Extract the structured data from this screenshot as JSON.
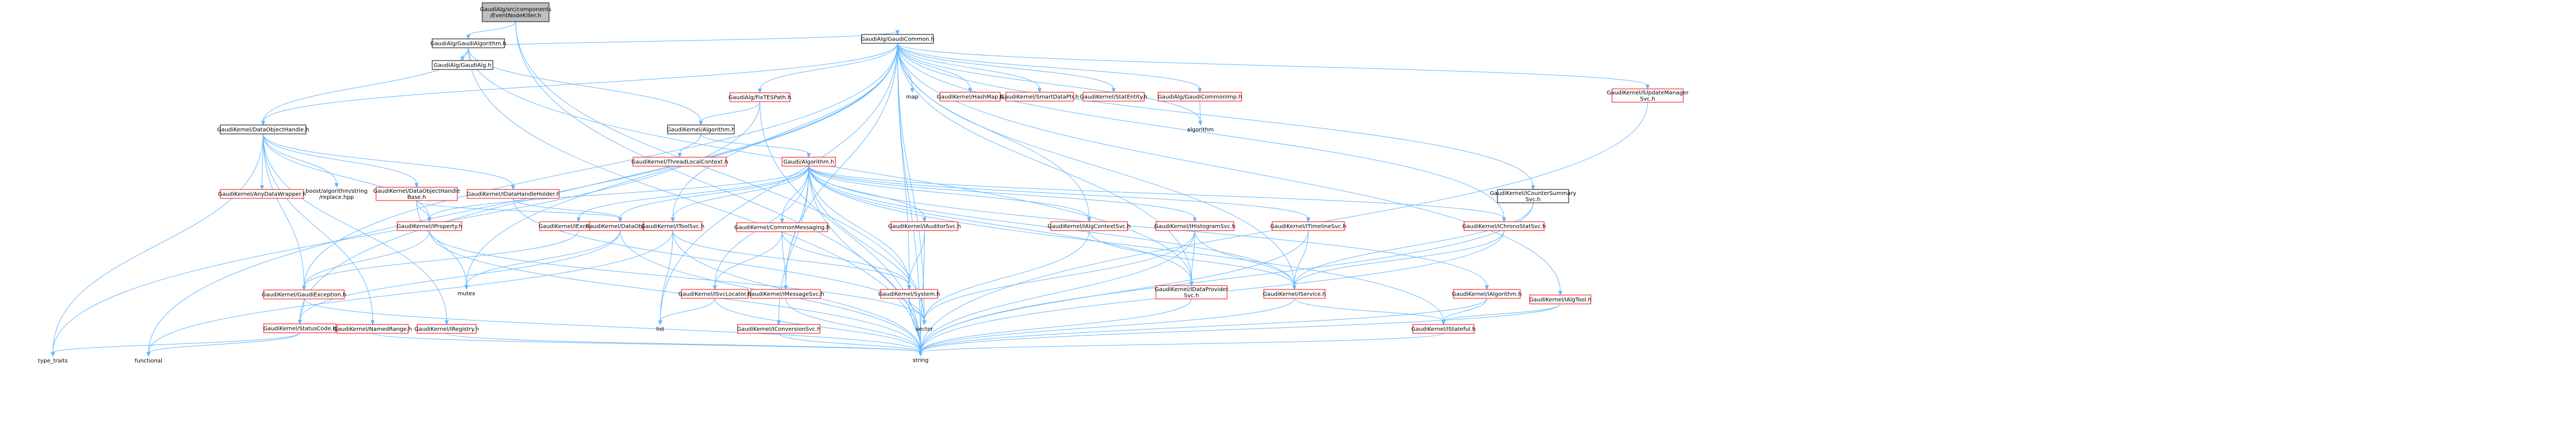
{
  "colors": {
    "root_fill": "#bfbfbf",
    "box_fill": "#ffffff",
    "box_border": "#000000",
    "linked_border": "#ff0000",
    "edge": "#63b8ff",
    "text": "#000000"
  },
  "nodes": [
    {
      "id": "root",
      "lines": [
        "GaudiAlg/src/components",
        "/EventNodeKiller.h"
      ],
      "style": "root"
    },
    {
      "id": "gaudialgorithm",
      "lines": [
        "GaudiAlg/GaudiAlgorithm.h"
      ],
      "style": "normal"
    },
    {
      "id": "gaudialg",
      "lines": [
        "GaudiAlg/GaudiAlg.h"
      ],
      "style": "normal"
    },
    {
      "id": "gaudicommon",
      "lines": [
        "GaudiAlg/GaudiCommon.h"
      ],
      "style": "normal"
    },
    {
      "id": "fixtespath",
      "lines": [
        "GaudiAlg/FixTESPath.h"
      ],
      "style": "linked"
    },
    {
      "id": "map",
      "lines": [
        "map"
      ],
      "style": "plain"
    },
    {
      "id": "hashmap",
      "lines": [
        "GaudiKernel/HashMap.h"
      ],
      "style": "linked"
    },
    {
      "id": "smartdataptr",
      "lines": [
        "GaudiKernel/SmartDataPtr.h"
      ],
      "style": "linked"
    },
    {
      "id": "statentity",
      "lines": [
        "GaudiKernel/StatEntity.h"
      ],
      "style": "linked"
    },
    {
      "id": "commonimp",
      "lines": [
        "GaudiAlg/GaudiCommonImp.h"
      ],
      "style": "linked"
    },
    {
      "id": "algorithm_std",
      "lines": [
        "algorithm"
      ],
      "style": "plain"
    },
    {
      "id": "icountersummary",
      "lines": [
        "GaudiKernel/ICounterSummary",
        "Svc.h"
      ],
      "style": "normal"
    },
    {
      "id": "iupdatemanager",
      "lines": [
        "GaudiKernel/IUpdateManager",
        "Svc.h"
      ],
      "style": "linked"
    },
    {
      "id": "dataobjecthandle",
      "lines": [
        "GaudiKernel/DataObjectHandle.h"
      ],
      "style": "normal"
    },
    {
      "id": "kalgorithm",
      "lines": [
        "GaudiKernel/Algorithm.h"
      ],
      "style": "normal"
    },
    {
      "id": "threadlocal",
      "lines": [
        "GaudiKernel/ThreadLocalContext.h"
      ],
      "style": "linked"
    },
    {
      "id": "galgorithm",
      "lines": [
        "Gaudi/Algorithm.h"
      ],
      "style": "linked"
    },
    {
      "id": "anydatawrapper",
      "lines": [
        "GaudiKernel/AnyDataWrapper.h"
      ],
      "style": "linked"
    },
    {
      "id": "boostreplace",
      "lines": [
        "boost/algorithm/string",
        "/replace.hpp"
      ],
      "style": "plain"
    },
    {
      "id": "dataobjhandlebase",
      "lines": [
        "GaudiKernel/DataObjectHandle",
        "Base.h"
      ],
      "style": "linked"
    },
    {
      "id": "idatahandleholder",
      "lines": [
        "GaudiKernel/IDataHandleHolder.h"
      ],
      "style": "linked"
    },
    {
      "id": "iexceptionsvc",
      "lines": [
        "GaudiKernel/IExceptionSvc.h"
      ],
      "style": "linked"
    },
    {
      "id": "iproperty",
      "lines": [
        "GaudiKernel/IProperty.h"
      ],
      "style": "linked"
    },
    {
      "id": "dataobjid",
      "lines": [
        "GaudiKernel/DataObjID.h"
      ],
      "style": "linked"
    },
    {
      "id": "itoolsvc",
      "lines": [
        "GaudiKernel/IToolSvc.h"
      ],
      "style": "linked"
    },
    {
      "id": "commonmessaging",
      "lines": [
        "GaudiKernel/CommonMessaging.h"
      ],
      "style": "linked"
    },
    {
      "id": "iauditorsvc",
      "lines": [
        "GaudiKernel/IAuditorSvc.h"
      ],
      "style": "linked"
    },
    {
      "id": "ialgcontextsvc",
      "lines": [
        "GaudiKernel/IAlgContextSvc.h"
      ],
      "style": "linked"
    },
    {
      "id": "ihistogramsvc",
      "lines": [
        "GaudiKernel/IHistogramSvc.h"
      ],
      "style": "linked"
    },
    {
      "id": "itimelinesvc",
      "lines": [
        "GaudiKernel/ITimelineSvc.h"
      ],
      "style": "linked"
    },
    {
      "id": "ichronostatsvc",
      "lines": [
        "GaudiKernel/IChronoStatSvc.h"
      ],
      "style": "linked"
    },
    {
      "id": "ialgtool",
      "lines": [
        "GaudiKernel/IAlgTool.h"
      ],
      "style": "linked"
    },
    {
      "id": "gaudiexception",
      "lines": [
        "GaudiKernel/GaudiException.h"
      ],
      "style": "linked"
    },
    {
      "id": "mutex",
      "lines": [
        "mutex"
      ],
      "style": "plain"
    },
    {
      "id": "isvclocator",
      "lines": [
        "GaudiKernel/ISvcLocator.h"
      ],
      "style": "linked"
    },
    {
      "id": "imessagesvc",
      "lines": [
        "GaudiKernel/IMessageSvc.h"
      ],
      "style": "linked"
    },
    {
      "id": "system",
      "lines": [
        "GaudiKernel/System.h"
      ],
      "style": "linked"
    },
    {
      "id": "idataprovidersvc",
      "lines": [
        "GaudiKernel/IDataProvider",
        "Svc.h"
      ],
      "style": "linked"
    },
    {
      "id": "iservice",
      "lines": [
        "GaudiKernel/IService.h"
      ],
      "style": "linked"
    },
    {
      "id": "ialgorithm",
      "lines": [
        "GaudiKernel/IAlgorithm.h"
      ],
      "style": "linked"
    },
    {
      "id": "statuscode",
      "lines": [
        "GaudiKernel/StatusCode.h"
      ],
      "style": "linked"
    },
    {
      "id": "namedrange",
      "lines": [
        "GaudiKernel/NamedRange.h"
      ],
      "style": "linked"
    },
    {
      "id": "iregistry",
      "lines": [
        "GaudiKernel/IRegistry.h"
      ],
      "style": "linked"
    },
    {
      "id": "list",
      "lines": [
        "list"
      ],
      "style": "plain"
    },
    {
      "id": "iconversionsvc",
      "lines": [
        "GaudiKernel/IConversionSvc.h"
      ],
      "style": "linked"
    },
    {
      "id": "vector",
      "lines": [
        "vector"
      ],
      "style": "plain"
    },
    {
      "id": "istateful",
      "lines": [
        "GaudiKernel/IStateful.h"
      ],
      "style": "linked"
    },
    {
      "id": "type_traits",
      "lines": [
        "type_traits"
      ],
      "style": "plain"
    },
    {
      "id": "functional",
      "lines": [
        "functional"
      ],
      "style": "plain"
    },
    {
      "id": "string",
      "lines": [
        "string"
      ],
      "style": "plain"
    }
  ],
  "edges": [
    [
      "root",
      "gaudialgorithm"
    ],
    [
      "root",
      "vector"
    ],
    [
      "root",
      "string"
    ],
    [
      "gaudialgorithm",
      "gaudialg"
    ],
    [
      "gaudialgorithm",
      "gaudicommon"
    ],
    [
      "gaudialgorithm",
      "kalgorithm"
    ],
    [
      "gaudialgorithm",
      "dataobjecthandle"
    ],
    [
      "gaudialgorithm",
      "string"
    ],
    [
      "gaudialgorithm",
      "idataprovidersvc"
    ],
    [
      "gaudicommon",
      "fixtespath"
    ],
    [
      "gaudicommon",
      "map"
    ],
    [
      "gaudicommon",
      "hashmap"
    ],
    [
      "gaudicommon",
      "smartdataptr"
    ],
    [
      "gaudicommon",
      "statentity"
    ],
    [
      "gaudicommon",
      "commonimp"
    ],
    [
      "gaudicommon",
      "algorithm_std"
    ],
    [
      "gaudicommon",
      "icountersummary"
    ],
    [
      "gaudicommon",
      "iupdatemanager"
    ],
    [
      "gaudicommon",
      "dataobjecthandle"
    ],
    [
      "gaudicommon",
      "ialgcontextsvc"
    ],
    [
      "gaudicommon",
      "ichronostatsvc"
    ],
    [
      "gaudicommon",
      "ialgtool"
    ],
    [
      "gaudicommon",
      "itoolsvc"
    ],
    [
      "gaudicommon",
      "imessagesvc"
    ],
    [
      "gaudicommon",
      "system"
    ],
    [
      "gaudicommon",
      "statuscode"
    ],
    [
      "gaudicommon",
      "gaudiexception"
    ],
    [
      "gaudicommon",
      "idataprovidersvc"
    ],
    [
      "gaudicommon",
      "iservice"
    ],
    [
      "gaudicommon",
      "list"
    ],
    [
      "gaudicommon",
      "vector"
    ],
    [
      "gaudicommon",
      "string"
    ],
    [
      "gaudicommon",
      "functional"
    ],
    [
      "gaudicommon",
      "mutex"
    ],
    [
      "fixtespath",
      "kalgorithm"
    ],
    [
      "fixtespath",
      "string"
    ],
    [
      "fixtespath",
      "type_traits"
    ],
    [
      "commonimp",
      "algorithm_std"
    ],
    [
      "icountersummary",
      "iservice"
    ],
    [
      "icountersummary",
      "string"
    ],
    [
      "iupdatemanager",
      "string"
    ],
    [
      "dataobjecthandle",
      "anydatawrapper"
    ],
    [
      "dataobjecthandle",
      "boostreplace"
    ],
    [
      "dataobjecthandle",
      "dataobjhandlebase"
    ],
    [
      "dataobjecthandle",
      "idatahandleholder"
    ],
    [
      "dataobjecthandle",
      "iproperty"
    ],
    [
      "dataobjecthandle",
      "gaudiexception"
    ],
    [
      "dataobjecthandle",
      "namedrange"
    ],
    [
      "dataobjecthandle",
      "iregistry"
    ],
    [
      "dataobjecthandle",
      "type_traits"
    ],
    [
      "kalgorithm",
      "threadlocal"
    ],
    [
      "kalgorithm",
      "galgorithm"
    ],
    [
      "galgorithm",
      "iexceptionsvc"
    ],
    [
      "galgorithm",
      "iproperty"
    ],
    [
      "galgorithm",
      "dataobjid"
    ],
    [
      "galgorithm",
      "itoolsvc"
    ],
    [
      "galgorithm",
      "commonmessaging"
    ],
    [
      "galgorithm",
      "iauditorsvc"
    ],
    [
      "galgorithm",
      "ialgcontextsvc"
    ],
    [
      "galgorithm",
      "ihistogramsvc"
    ],
    [
      "galgorithm",
      "itimelinesvc"
    ],
    [
      "galgorithm",
      "ichronostatsvc"
    ],
    [
      "galgorithm",
      "iconversionsvc"
    ],
    [
      "galgorithm",
      "isvclocator"
    ],
    [
      "galgorithm",
      "imessagesvc"
    ],
    [
      "galgorithm",
      "system"
    ],
    [
      "galgorithm",
      "idataprovidersvc"
    ],
    [
      "galgorithm",
      "iservice"
    ],
    [
      "galgorithm",
      "ialgorithm"
    ],
    [
      "galgorithm",
      "istateful"
    ],
    [
      "galgorithm",
      "vector"
    ],
    [
      "galgorithm",
      "string"
    ],
    [
      "dataobjhandlebase",
      "iproperty"
    ],
    [
      "dataobjhandlebase",
      "dataobjid"
    ],
    [
      "dataobjhandlebase",
      "mutex"
    ],
    [
      "idatahandleholder",
      "dataobjid"
    ],
    [
      "idatahandleholder",
      "vector"
    ],
    [
      "iexceptionsvc",
      "gaudiexception"
    ],
    [
      "iproperty",
      "gaudiexception"
    ],
    [
      "iproperty",
      "vector"
    ],
    [
      "iproperty",
      "string"
    ],
    [
      "dataobjid",
      "statuscode"
    ],
    [
      "dataobjid",
      "mutex"
    ],
    [
      "dataobjid",
      "string"
    ],
    [
      "itoolsvc",
      "system"
    ],
    [
      "itoolsvc",
      "list"
    ],
    [
      "itoolsvc",
      "string"
    ],
    [
      "itoolsvc",
      "functional"
    ],
    [
      "commonmessaging",
      "isvclocator"
    ],
    [
      "commonmessaging",
      "imessagesvc"
    ],
    [
      "commonmessaging",
      "system"
    ],
    [
      "iauditorsvc",
      "system"
    ],
    [
      "iauditorsvc",
      "string"
    ],
    [
      "ialgcontextsvc",
      "iservice"
    ],
    [
      "ialgcontextsvc",
      "vector"
    ],
    [
      "ihistogramsvc",
      "idataprovidersvc"
    ],
    [
      "ihistogramsvc",
      "iservice"
    ],
    [
      "ihistogramsvc",
      "string"
    ],
    [
      "ihistogramsvc",
      "vector"
    ],
    [
      "itimelinesvc",
      "iservice"
    ],
    [
      "itimelinesvc",
      "string"
    ],
    [
      "ichronostatsvc",
      "iservice"
    ],
    [
      "ichronostatsvc",
      "string"
    ],
    [
      "ialgtool",
      "istateful"
    ],
    [
      "ialgtool",
      "string"
    ],
    [
      "gaudiexception",
      "statuscode"
    ],
    [
      "gaudiexception",
      "string"
    ],
    [
      "isvclocator",
      "list"
    ],
    [
      "isvclocator",
      "string"
    ],
    [
      "imessagesvc",
      "string"
    ],
    [
      "system",
      "vector"
    ],
    [
      "system",
      "string"
    ],
    [
      "idataprovidersvc",
      "string"
    ],
    [
      "iservice",
      "istateful"
    ],
    [
      "iservice",
      "string"
    ],
    [
      "ialgorithm",
      "istateful"
    ],
    [
      "ialgorithm",
      "string"
    ],
    [
      "statuscode",
      "functional"
    ],
    [
      "statuscode",
      "type_traits"
    ],
    [
      "namedrange",
      "string"
    ],
    [
      "iregistry",
      "string"
    ],
    [
      "iconversionsvc",
      "string"
    ],
    [
      "istateful",
      "string"
    ]
  ]
}
